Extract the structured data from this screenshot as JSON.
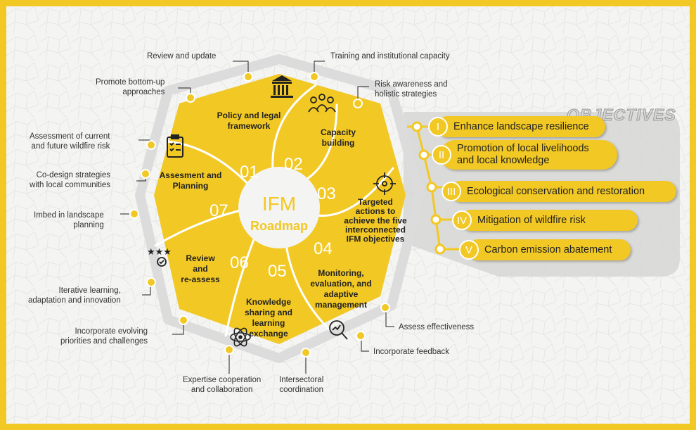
{
  "center": {
    "title": "IFM",
    "subtitle": "Roadmap"
  },
  "petals": [
    {
      "num": "01",
      "title": "Assesment and|Planning"
    },
    {
      "num": "02",
      "title": "Policy and legal|framework"
    },
    {
      "num": "03",
      "title": "Capacity|building"
    },
    {
      "num": "04",
      "title": "Targeted|actions to|achieve the five|interconnected|IFM objectives"
    },
    {
      "num": "05",
      "title": "Monitoring,|evaluation, and|adaptive|management"
    },
    {
      "num": "06",
      "title": "Knowledge|sharing and|learning|exchange"
    },
    {
      "num": "07",
      "title": "Review|and|re-assess"
    }
  ],
  "labels": {
    "review_update": "Review and update",
    "training": "Training and institutional capacity",
    "promote": "Promote bottom-up\napproaches",
    "risk_awareness": "Risk awareness and\nholistic strategies",
    "assessment_risk": "Assessment of current\nand future wildfire risk",
    "codesign": "Co-design strategies\nwith local communities",
    "imbed": "Imbed in landscape\nplanning",
    "iterative": "Iterative learning,\nadaptation and innovation",
    "incorporate_evolving": "Incorporate evolving\npriorities and challenges",
    "expertise": "Expertise cooperation\nand collaboration",
    "intersectoral": "Intersectoral\ncoordination",
    "incorporate_feedback": "Incorporate feedback",
    "assess_effectiveness": "Assess effectiveness"
  },
  "objectives": {
    "title": "OBJECTIVES",
    "items": [
      {
        "numeral": "I",
        "text": "Enhance landscape resilience"
      },
      {
        "numeral": "II",
        "text": "Promotion of local livelihoods\nand local knowledge"
      },
      {
        "numeral": "III",
        "text": "Ecological conservation and restoration"
      },
      {
        "numeral": "IV",
        "text": "Mitigation of wildfire risk"
      },
      {
        "numeral": "V",
        "text": "Carbon emission abatement"
      }
    ]
  },
  "colors": {
    "accent": "#f2c824",
    "frame": "#d8d8d8",
    "text": "#222222"
  },
  "icons": [
    "clipboard-icon",
    "courthouse-icon",
    "team-icon",
    "target-icon",
    "search-chart-icon",
    "atom-icon",
    "stars-check-icon"
  ]
}
